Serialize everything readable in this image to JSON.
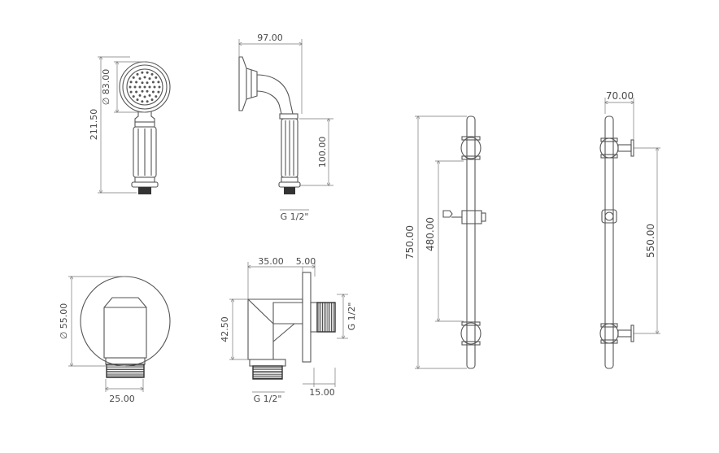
{
  "dimensions": {
    "head_height": "211.50",
    "head_diameter": "∅ 83.00",
    "arm_width": "97.00",
    "handle_length": "100.00",
    "hose_thread": "G 1/2\"",
    "elbow_diameter": "∅ 55.00",
    "elbow_thread_width": "25.00",
    "elbow_depth": "35.00",
    "flange_thickness": "5.00",
    "elbow_height": "42.50",
    "outlet_thread": "G 1/2\"",
    "inlet_thread": "G 1/2\"",
    "thread_length": "15.00",
    "rail_length": "750.00",
    "slider_travel": "480.00",
    "bracket_offset": "70.00",
    "bracket_spacing": "550.00"
  },
  "colors": {
    "line": "#555555",
    "dimension": "#777777",
    "thread": "#333333"
  }
}
